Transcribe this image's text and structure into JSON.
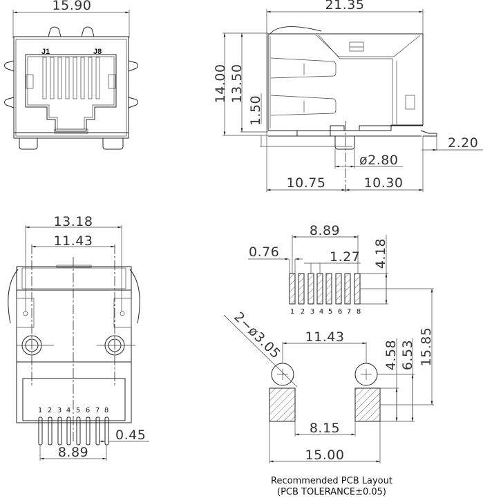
{
  "front_view": {
    "width_dim": "15.90",
    "contact_labels": [
      "J1",
      "J8"
    ]
  },
  "side_view": {
    "length_dim": "21.35",
    "height_dim": "14.00",
    "body_height_dim": "13.50",
    "standoff_dim": "1.50",
    "post_diameter_dim": "ø2.80",
    "front_to_post_dim": "10.75",
    "post_to_back_dim": "10.30",
    "tail_dim": "2.20"
  },
  "bottom_view": {
    "outer_span_dim": "13.18",
    "post_span_dim": "11.43",
    "pin_labels": [
      "1",
      "2",
      "3",
      "4",
      "5",
      "6",
      "7",
      "8"
    ],
    "pin_width_dim": "0.45",
    "pin_span_dim": "8.89"
  },
  "pcb_layout": {
    "pad_span_dim": "8.89",
    "pad_width_dim": "0.76",
    "pitch_dim": "1.27",
    "pad_length_dim": "4.18",
    "pad_labels": [
      "1",
      "2",
      "3",
      "4",
      "5",
      "6",
      "7",
      "8"
    ],
    "hole_dim": "2−ø3.05",
    "hole_span_dim": "11.43",
    "shield_gap_dim": "8.15",
    "shield_span_dim": "15.00",
    "hole_to_shield_dim": "4.58",
    "hole_to_shield_bottom_dim": "6.53",
    "pads_to_shield_dim": "15.85",
    "caption_line1": "Recommended PCB Layout",
    "caption_line2": "(PCB TOLERANCE±0.05)"
  }
}
